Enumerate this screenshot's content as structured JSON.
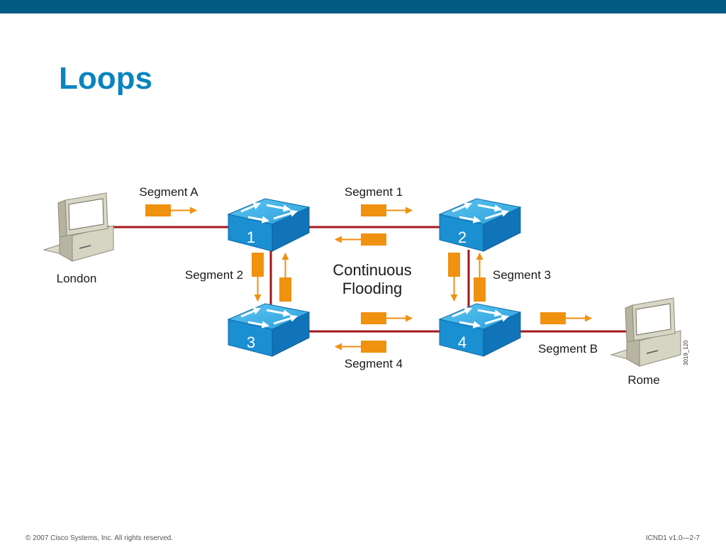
{
  "slide": {
    "title": "Loops"
  },
  "diagram": {
    "hosts": [
      {
        "id": "london",
        "label": "London"
      },
      {
        "id": "rome",
        "label": "Rome"
      }
    ],
    "switches": [
      {
        "id": "sw1",
        "label": "1"
      },
      {
        "id": "sw2",
        "label": "2"
      },
      {
        "id": "sw3",
        "label": "3"
      },
      {
        "id": "sw4",
        "label": "4"
      }
    ],
    "segments": {
      "a": "Segment A",
      "one": "Segment 1",
      "two": "Segment 2",
      "three": "Segment 3",
      "four": "Segment 4",
      "b": "Segment B"
    },
    "center_label": [
      "Continuous",
      "Flooding"
    ],
    "figure_id": "3019_120"
  },
  "footer": {
    "copyright": "© 2007 Cisco Systems, Inc. All rights reserved.",
    "course": "ICND1 v1.0—2-7"
  },
  "colors": {
    "header_bar": "#005a82",
    "title": "#0a84c0",
    "link": "#a4171b",
    "frame": "#f0910f",
    "switch_top": "#3fb4ec",
    "switch_side": "#1174b8"
  }
}
